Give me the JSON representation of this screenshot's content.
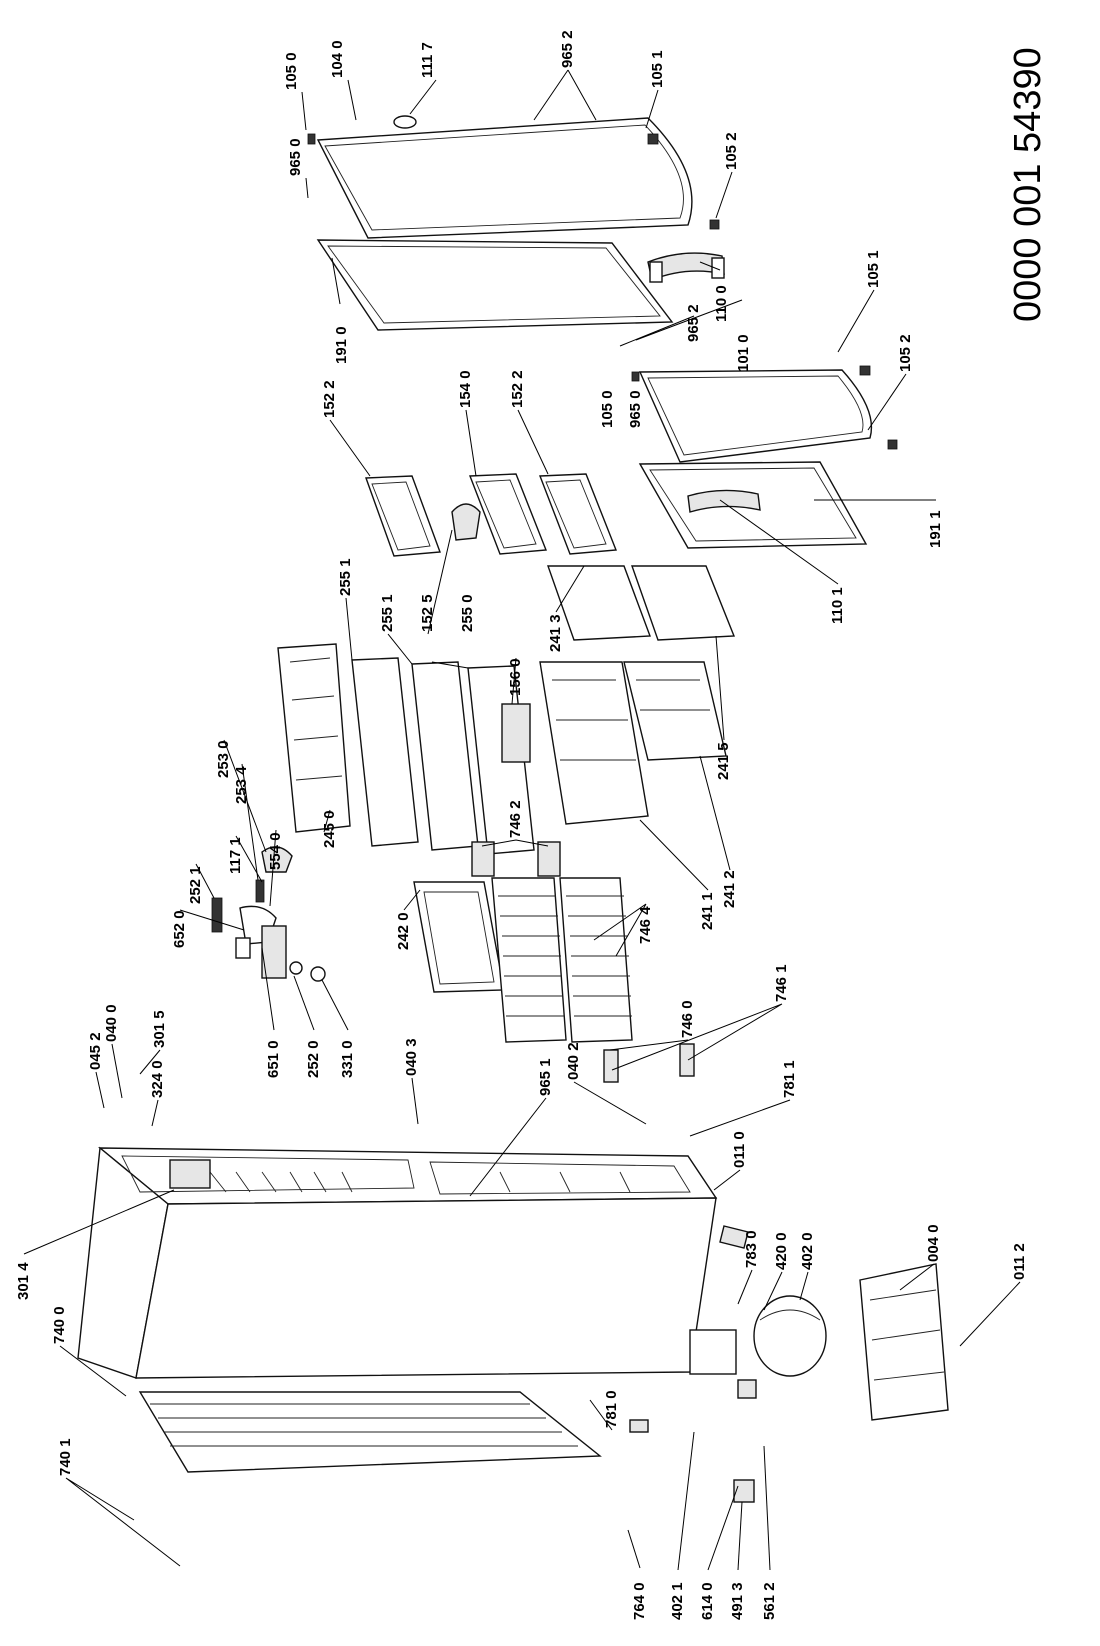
{
  "document_number": "0000 001 54390",
  "labels": [
    "105 0",
    "104 0",
    "111 7",
    "965 2",
    "105 1",
    "965 0",
    "105 2",
    "191 0",
    "152 2",
    "110 0",
    "101 0",
    "105 1",
    "965 2",
    "154 0",
    "152 2",
    "105 0",
    "965 0",
    "105 2",
    "191 1",
    "255 1",
    "255 1",
    "152 5",
    "255 0",
    "110 1",
    "156 0",
    "241 3",
    "253 0",
    "253 4",
    "241 5",
    "252 1",
    "117 1",
    "554 0",
    "245 0",
    "746 2",
    "241 2",
    "652 0",
    "242 0",
    "746 4",
    "241 1",
    "746 1",
    "045 2",
    "040 0",
    "301 5",
    "651 0",
    "252 0",
    "331 0",
    "040 3",
    "746 0",
    "324 0",
    "965 1",
    "040 2",
    "781 1",
    "011 0",
    "301 4",
    "740 0",
    "783 0",
    "420 0",
    "402 0",
    "004 0",
    "011 2",
    "740 1",
    "781 0",
    "764 0",
    "402 1",
    "614 0",
    "491 3",
    "561 2"
  ]
}
